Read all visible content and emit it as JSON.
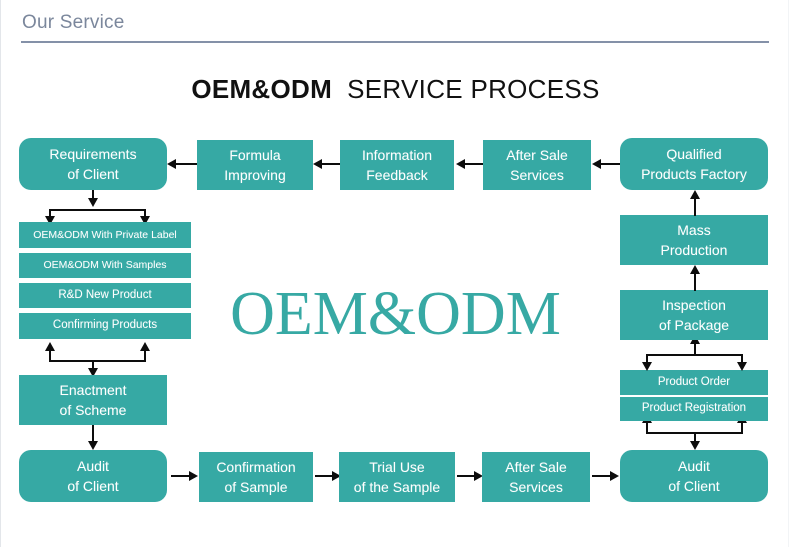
{
  "header": {
    "title": "Our Service",
    "rule_color": "#8491a8",
    "title_color": "#7b879c"
  },
  "diagram": {
    "title_bold": "OEM&ODM",
    "title_light": "SERVICE PROCESS",
    "watermark": "OEM&ODM",
    "accent_color": "#36a9a4",
    "node_text_color": "#ffffff",
    "connector_color": "#0d0d0d",
    "top_row": [
      {
        "line1": "Requirements",
        "line2": "of Client"
      },
      {
        "line1": "Formula",
        "line2": "Improving"
      },
      {
        "line1": "Information",
        "line2": "Feedback"
      },
      {
        "line1": "After Sale",
        "line2": "Services"
      },
      {
        "line1": "Qualified",
        "line2": "Products Factory"
      }
    ],
    "left_options": [
      {
        "label": "OEM&ODM With Private Label"
      },
      {
        "label": "OEM&ODM With Samples"
      },
      {
        "label": "R&D New Product"
      },
      {
        "label": "Confirming Products"
      }
    ],
    "left_column": [
      {
        "line1": "Enactment",
        "line2": "of Scheme"
      },
      {
        "line1": "Audit",
        "line2": "of Client"
      }
    ],
    "bottom_row": [
      {
        "line1": "Confirmation",
        "line2": "of Sample"
      },
      {
        "line1": "Trial Use",
        "line2": "of the Sample"
      },
      {
        "line1": "After Sale",
        "line2": "Services"
      },
      {
        "line1": "Audit",
        "line2": "of Client"
      }
    ],
    "right_column": [
      {
        "line1": "Mass",
        "line2": "Production"
      },
      {
        "line1": "Inspection",
        "line2": "of Package"
      }
    ],
    "right_options": [
      {
        "label": "Product Order"
      },
      {
        "label": "Product Registration"
      }
    ]
  }
}
